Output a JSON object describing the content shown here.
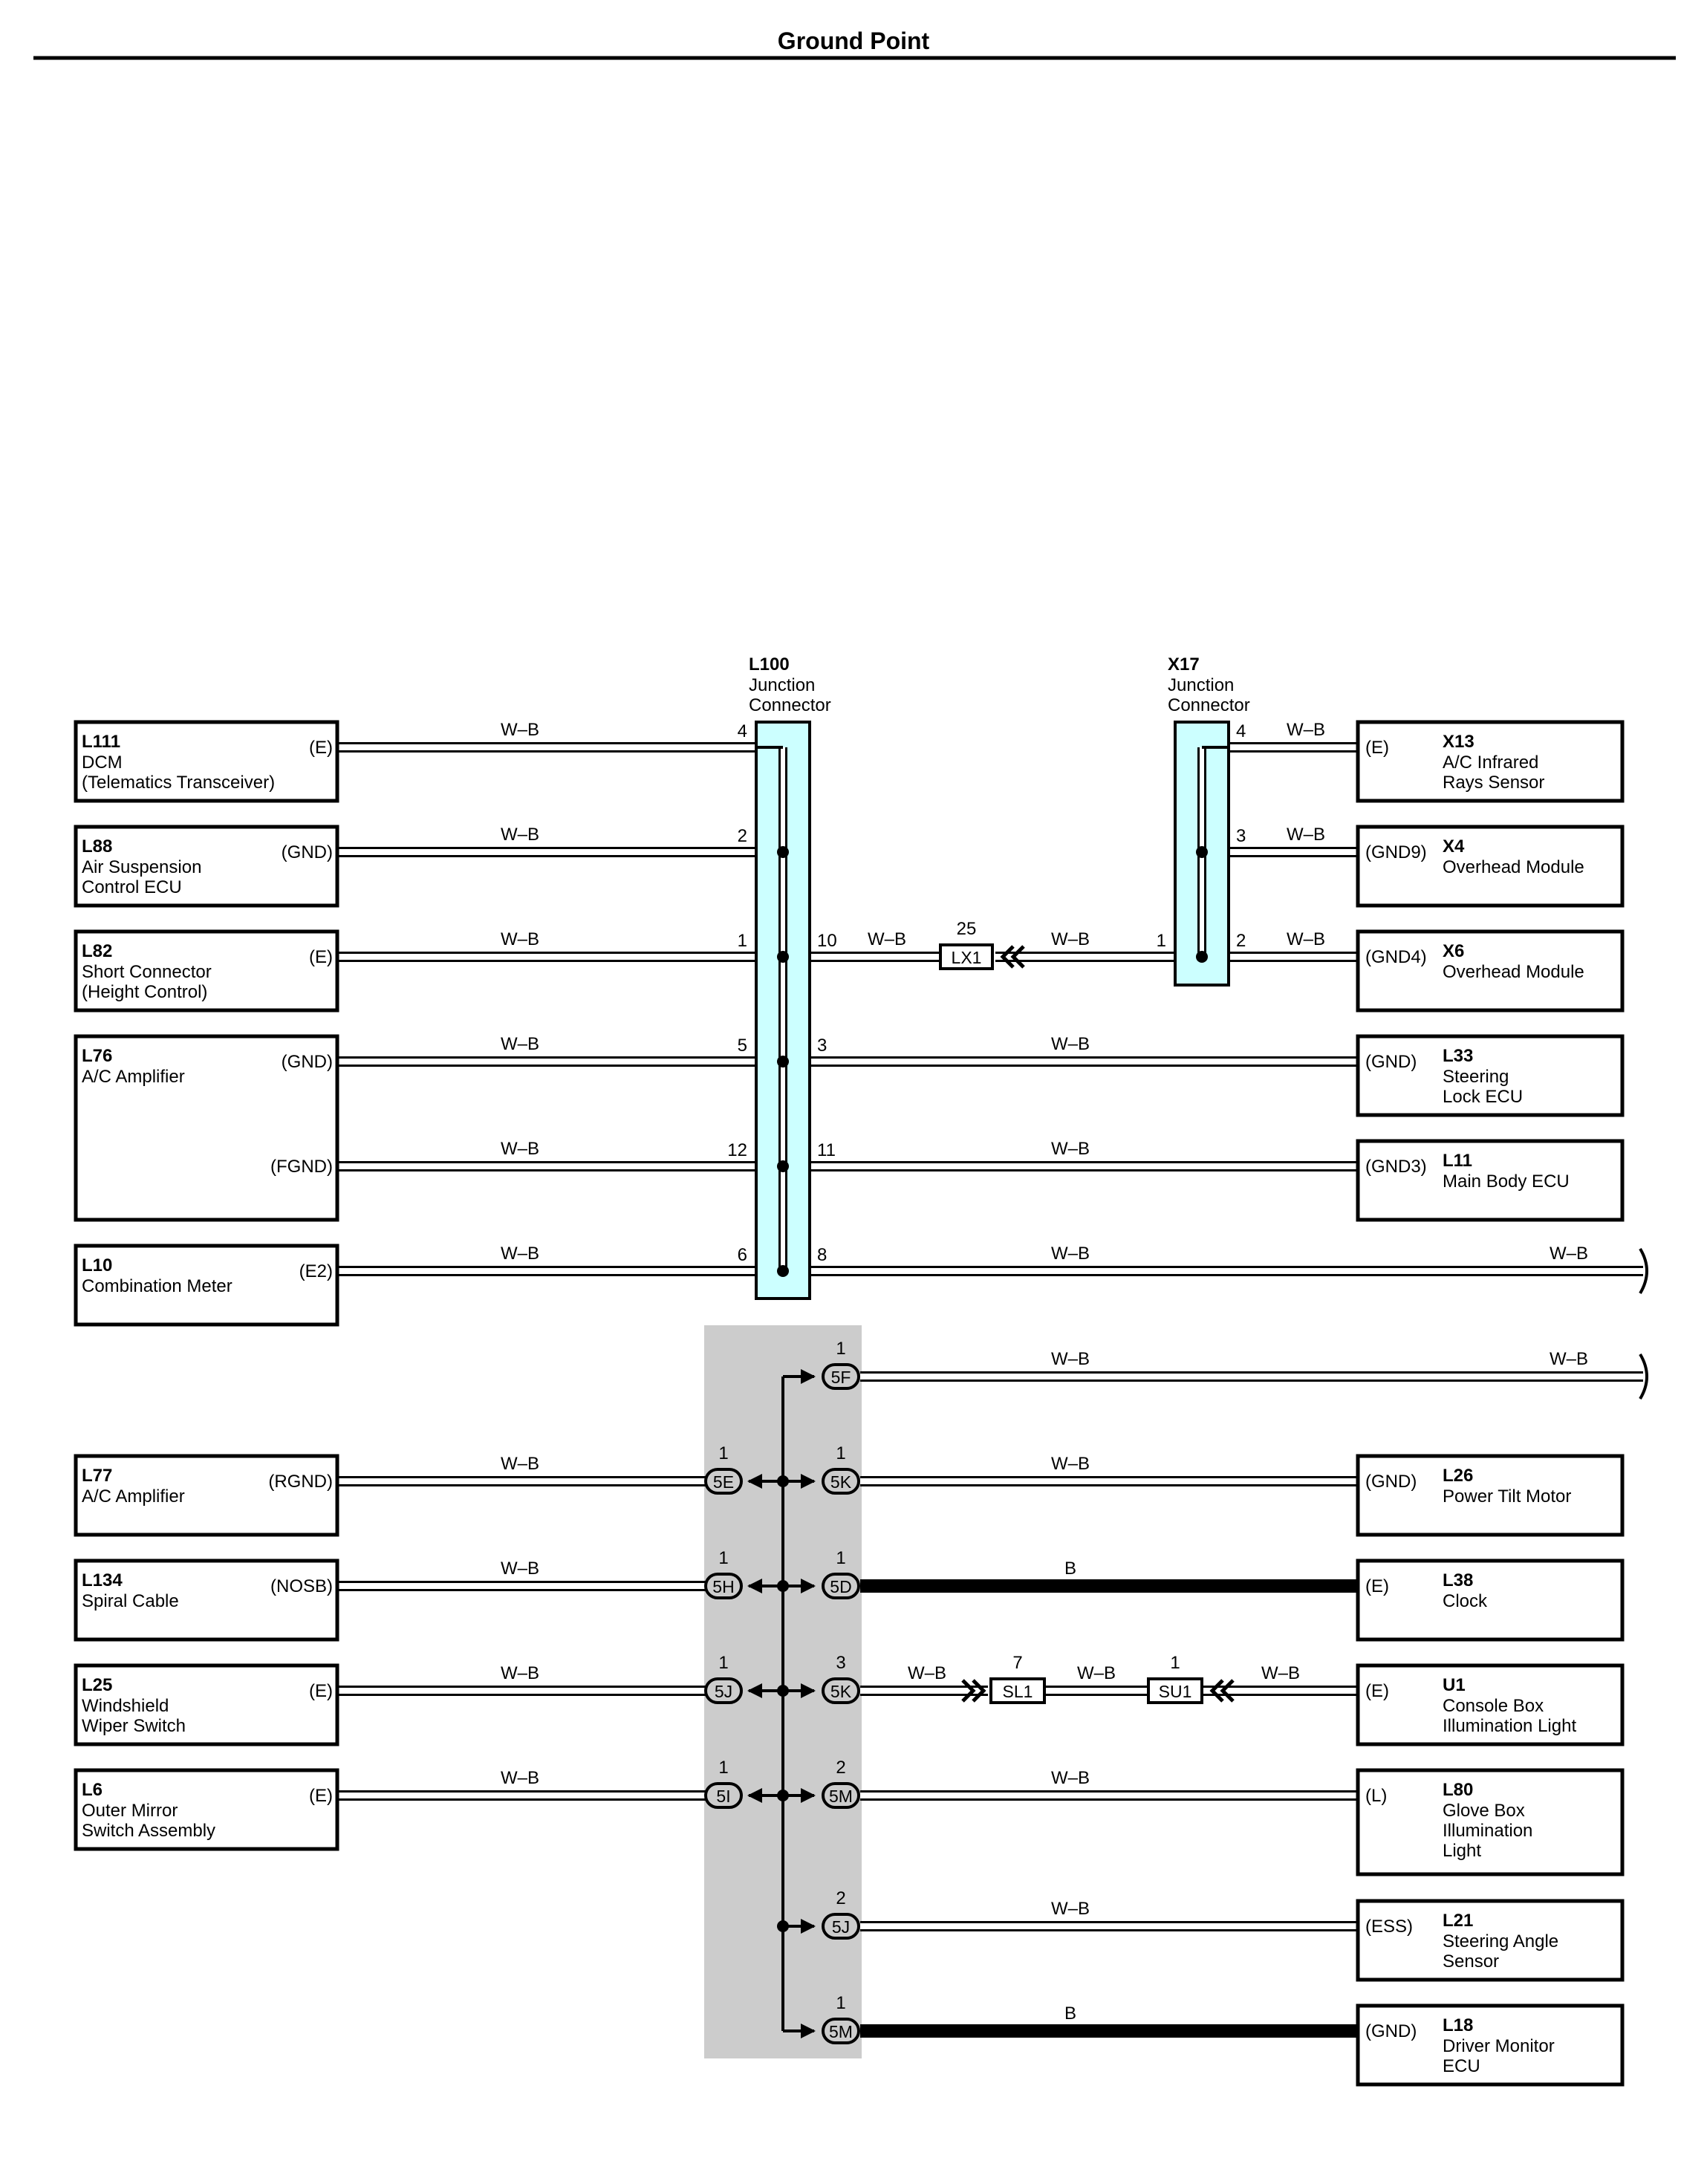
{
  "page_title": "Ground Point",
  "junction_connectors": [
    {
      "id": "L100",
      "name_lines": [
        "Junction",
        "Connector"
      ]
    },
    {
      "id": "X17",
      "name_lines": [
        "Junction",
        "Connector"
      ]
    }
  ],
  "left_components": [
    {
      "id": "L111",
      "name_lines": [
        "DCM",
        "(Telematics Transceiver)"
      ],
      "terminals": [
        "(E)"
      ]
    },
    {
      "id": "L88",
      "name_lines": [
        "Air Suspension",
        "Control ECU"
      ],
      "terminals": [
        "(GND)"
      ]
    },
    {
      "id": "L82",
      "name_lines": [
        "Short Connector",
        "(Height Control)"
      ],
      "terminals": [
        "(E)"
      ]
    },
    {
      "id": "L76",
      "name_lines": [
        "A/C Amplifier"
      ],
      "terminals": [
        "(GND)",
        "(FGND)"
      ]
    },
    {
      "id": "L10",
      "name_lines": [
        "Combination Meter"
      ],
      "terminals": [
        "(E2)"
      ]
    },
    {
      "id": "L77",
      "name_lines": [
        "A/C Amplifier"
      ],
      "terminals": [
        "(RGND)"
      ]
    },
    {
      "id": "L134",
      "name_lines": [
        "Spiral Cable"
      ],
      "terminals": [
        "(NOSB)"
      ]
    },
    {
      "id": "L25",
      "name_lines": [
        "Windshield",
        "Wiper Switch"
      ],
      "terminals": [
        "(E)"
      ]
    },
    {
      "id": "L6",
      "name_lines": [
        "Outer Mirror",
        "Switch Assembly"
      ],
      "terminals": [
        "(E)"
      ]
    }
  ],
  "right_components": [
    {
      "id": "X13",
      "name_lines": [
        "A/C Infrared",
        "Rays Sensor"
      ],
      "terminal": "(E)"
    },
    {
      "id": "X4",
      "name_lines": [
        "Overhead Module"
      ],
      "terminal": "(GND9)"
    },
    {
      "id": "X6",
      "name_lines": [
        "Overhead Module"
      ],
      "terminal": "(GND4)"
    },
    {
      "id": "L33",
      "name_lines": [
        "Steering",
        "Lock ECU"
      ],
      "terminal": "(GND)"
    },
    {
      "id": "L11",
      "name_lines": [
        "Main Body ECU"
      ],
      "terminal": "(GND3)"
    },
    {
      "id": "L26",
      "name_lines": [
        "Power Tilt Motor"
      ],
      "terminal": "(GND)"
    },
    {
      "id": "L38",
      "name_lines": [
        "Clock"
      ],
      "terminal": "(E)"
    },
    {
      "id": "U1",
      "name_lines": [
        "Console Box",
        "Illumination Light"
      ],
      "terminal": "(E)"
    },
    {
      "id": "L80",
      "name_lines": [
        "Glove Box",
        "Illumination",
        "Light"
      ],
      "terminal": "(L)"
    },
    {
      "id": "L21",
      "name_lines": [
        "Steering Angle",
        "Sensor"
      ],
      "terminal": "(ESS)"
    },
    {
      "id": "L18",
      "name_lines": [
        "Driver Monitor",
        "ECU"
      ],
      "terminal": "(GND)"
    }
  ],
  "l100_pins_left": [
    "4",
    "2",
    "1",
    "5",
    "12",
    "6"
  ],
  "l100_pins_right": [
    "10",
    "3",
    "11",
    "8"
  ],
  "x17_pins": [
    "4",
    "3",
    "2"
  ],
  "x17_pin_left": "1",
  "inline_connectors": [
    {
      "label": "LX1",
      "pin": "25"
    },
    {
      "label": "SL1",
      "pin": "7"
    },
    {
      "label": "SU1",
      "pin": "1"
    }
  ],
  "splice_left": [
    {
      "label": "5E",
      "pin": "1"
    },
    {
      "label": "5H",
      "pin": "1"
    },
    {
      "label": "5J",
      "pin": "1"
    },
    {
      "label": "5I",
      "pin": "1"
    }
  ],
  "splice_right": [
    {
      "label": "5F",
      "pin": "1"
    },
    {
      "label": "5K",
      "pin": "1"
    },
    {
      "label": "5D",
      "pin": "1"
    },
    {
      "label": "5K",
      "pin": "3"
    },
    {
      "label": "5M",
      "pin": "2"
    },
    {
      "label": "5J",
      "pin": "2"
    },
    {
      "label": "5M",
      "pin": "1"
    }
  ],
  "wire_colors": {
    "wb": "W–B",
    "b": "B"
  },
  "colors": {
    "connector_fill": "#ccffff",
    "splice_area": "#cccccc",
    "pill_fill": "#cccccc",
    "ink": "#000000"
  }
}
